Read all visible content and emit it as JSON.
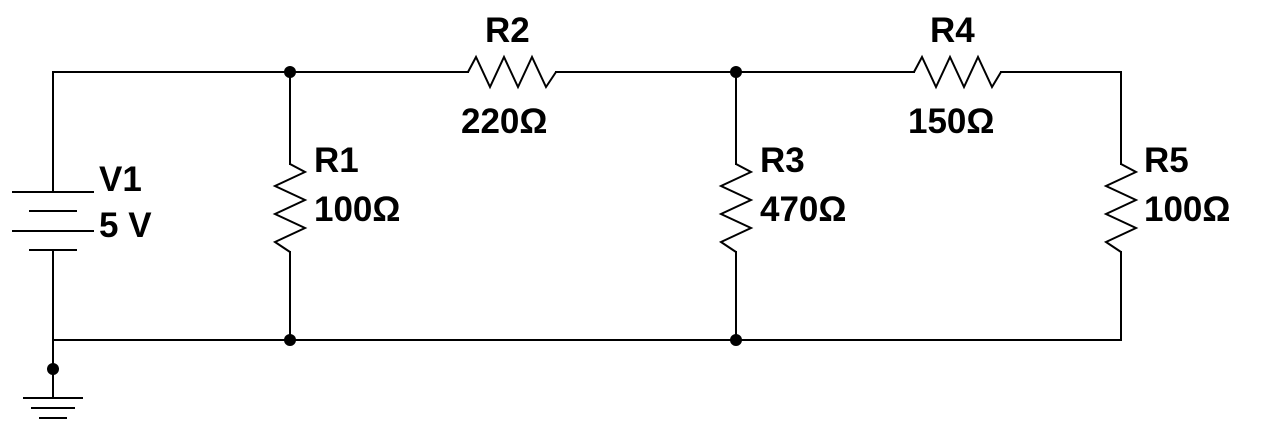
{
  "components": {
    "v1": {
      "name": "V1",
      "value": "5 V"
    },
    "r1": {
      "name": "R1",
      "value": "100Ω"
    },
    "r2": {
      "name": "R2",
      "value": "220Ω"
    },
    "r3": {
      "name": "R3",
      "value": "470Ω"
    },
    "r4": {
      "name": "R4",
      "value": "150Ω"
    },
    "r5": {
      "name": "R5",
      "value": "100Ω"
    }
  },
  "colors": {
    "wire": "#000000",
    "background": "#ffffff"
  }
}
